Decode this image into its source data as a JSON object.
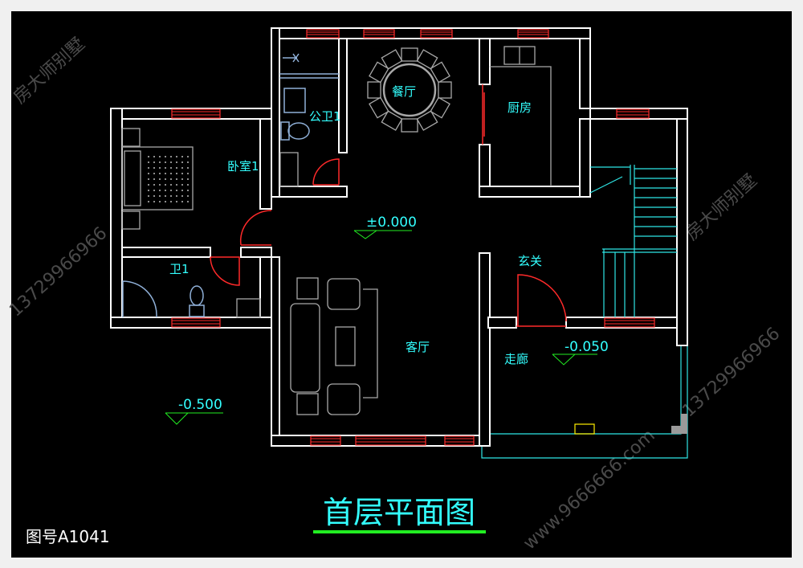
{
  "drawing": {
    "title": "首层平面图",
    "drawing_number": "图号A1041",
    "rooms": {
      "dining": "餐厅",
      "kitchen": "厨房",
      "public_bath": "公卫1",
      "bedroom": "卧室1",
      "bath": "卫1",
      "entry": "玄关",
      "living": "客厅",
      "corridor": "走廊"
    },
    "elevations": {
      "main": "±0.000",
      "corridor": "-0.050",
      "outside": "-0.500"
    },
    "watermarks": [
      "房大师别墅",
      "13729966966",
      "www.9666666.com"
    ],
    "colors": {
      "background": "#000000",
      "walls": "#ffffff",
      "windows_doors": "#ff2a2a",
      "labels": "#33ffff",
      "elevation_marks": "#22ee22"
    }
  }
}
